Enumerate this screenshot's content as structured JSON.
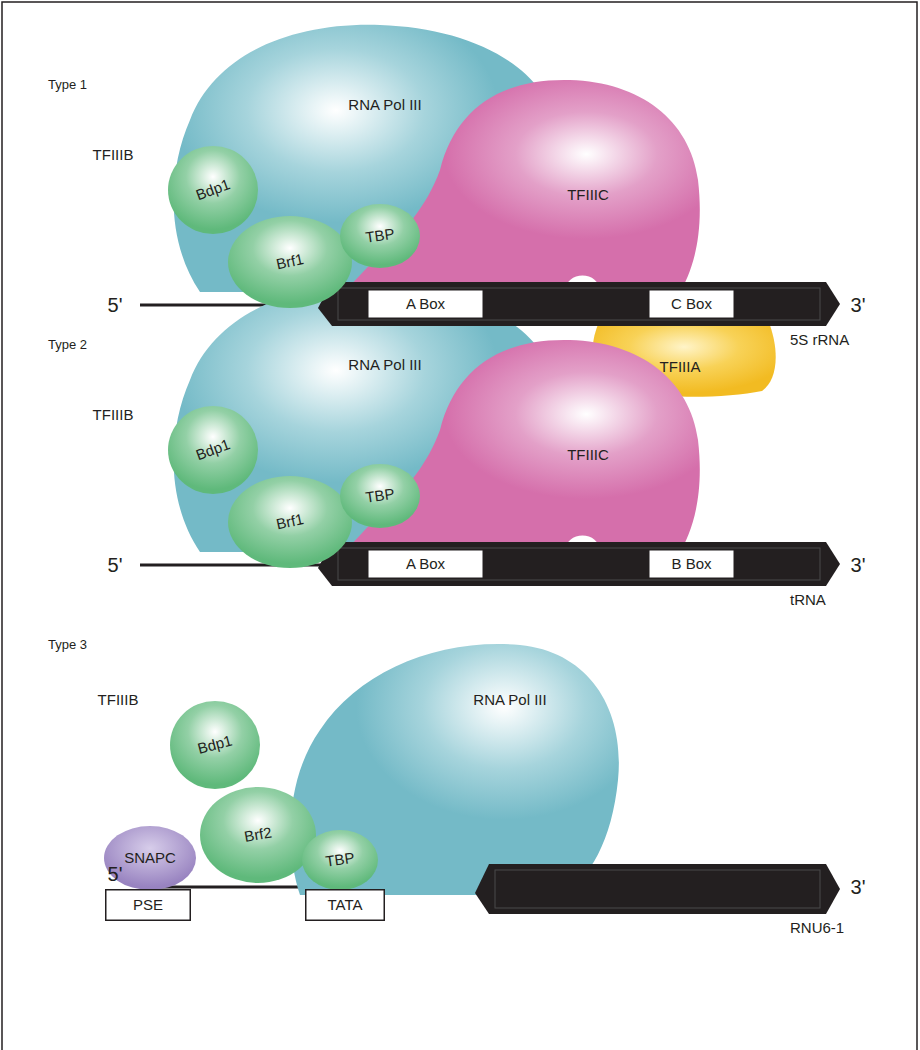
{
  "diagram": {
    "nodes": [
      {
        "text": [
          "RNA Pol III"
        ]
      },
      {
        "text": [
          "Bdp1"
        ]
      },
      {
        "text": [
          "Brf1"
        ]
      },
      {
        "text": [
          "TBP"
        ]
      },
      {
        "text": [
          "TFIIIC"
        ]
      },
      {
        "text": [
          "5S rRNA"
        ]
      },
      {
        "text": [
          "A Box"
        ],
        "in": 5
      },
      {
        "text": [
          "C Box"
        ],
        "in": 5
      },
      {
        "text": [
          "TFIIIA"
        ]
      },
      {
        "text": [
          "RNA Pol III"
        ]
      },
      {
        "text": [
          "Bdp1"
        ]
      },
      {
        "text": [
          "Brf1"
        ]
      },
      {
        "text": [
          "TBP"
        ]
      },
      {
        "text": [
          "TFIIIC"
        ]
      },
      {
        "text": [
          "tRNA"
        ]
      },
      {
        "text": [
          "A Box"
        ],
        "in": 14
      },
      {
        "text": [
          "B Box"
        ],
        "in": 14
      },
      {
        "text": [
          "SNAPC"
        ]
      },
      {
        "text": [
          "Bdp1"
        ]
      },
      {
        "text": [
          "Brf2"
        ]
      },
      {
        "text": [
          "TBP"
        ]
      },
      {
        "text": [
          "RNA Pol III"
        ]
      },
      {
        "text": [
          "PSE"
        ]
      },
      {
        "text": [
          "TATA"
        ]
      },
      {
        "text": [
          "RNU6-1"
        ]
      }
    ],
    "labels": [
      "Type 1",
      "TFIIIB",
      "5'",
      "3'",
      "Type 2",
      "TFIIIB",
      "5'",
      "3'",
      "Type 3",
      "TFIIIB",
      "5'",
      "3'"
    ]
  }
}
